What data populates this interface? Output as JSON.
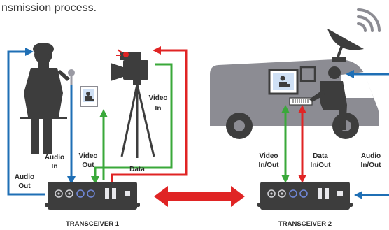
{
  "caption": {
    "text": "nsmission process."
  },
  "labels": {
    "audio_in": [
      "Audio",
      "In"
    ],
    "audio_out": [
      "Audio",
      "Out"
    ],
    "video_out": [
      "Video",
      "Out"
    ],
    "video_in": [
      "Video",
      "In"
    ],
    "data_left": "Data",
    "video_in_out": [
      "Video",
      "In/Out"
    ],
    "data_in_out": [
      "Data",
      "In/Out"
    ],
    "audio_in_out": [
      "Audio",
      "In/Out"
    ]
  },
  "devices": {
    "transceiver_1": "TRANSCEIVER 1",
    "transceiver_2": "TRANSCEIVER 2"
  },
  "colors": {
    "audio": "#1f6fb5",
    "video": "#3aa83a",
    "data": "#e02424",
    "device": "#3d3d3d",
    "figure": "#3d3d3d",
    "van": "#8c8c93"
  }
}
